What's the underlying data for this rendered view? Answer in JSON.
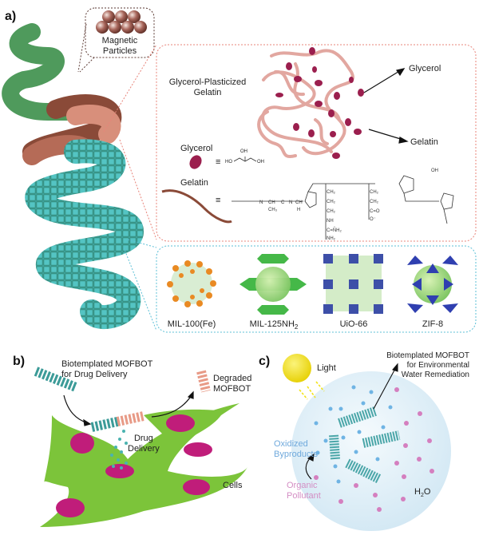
{
  "panel_a": {
    "label": "a)",
    "magnetic_callout": {
      "line1": "Magnetic",
      "line2": "Particles"
    },
    "gelatin_box": {
      "title_line1": "Glycerol-Plasticized",
      "title_line2": "Gelatin",
      "arrow_glycerol": "Glycerol",
      "arrow_gelatin": "Gelatin",
      "glycerol_legend": "Glycerol",
      "gelatin_legend": "Gelatin",
      "equiv": "≡",
      "glycerol_formula": {
        "oh_top": "OH",
        "ho_left": "HO",
        "oh_right": "OH"
      }
    },
    "mof_box": {
      "items": [
        {
          "label": "MIL-100(Fe)"
        },
        {
          "label_main": "MIL-125NH",
          "label_sub": "2"
        },
        {
          "label": "UiO-66"
        },
        {
          "label": "ZIF-8"
        }
      ]
    },
    "colors": {
      "helix_green": "#4f9a5c",
      "helix_brown": "#8a4a38",
      "helix_pink": "#d88f7b",
      "helix_teal": "#3fa7a9",
      "gelatin_box_border": "#e8847a",
      "mof_box_border": "#5bbfd6",
      "glycerol_particle": "#9b1f4e",
      "gelatin_strand": "#e2a7a0"
    }
  },
  "panel_b": {
    "label": "b)",
    "mofbot_title_line1": "Biotemplated MOFBOT",
    "mofbot_title_line2": "for Drug Delivery",
    "degraded_line1": "Degraded",
    "degraded_line2": "MOFBOT",
    "drug_line1": "Drug",
    "drug_line2": "Delivery",
    "cells": "Cells",
    "colors": {
      "cell": "#7cc43a",
      "nucleus": "#c01d7a",
      "helix_teal": "#3c9b98",
      "helix_pink": "#e89a86",
      "drug": "#4bb3b0"
    }
  },
  "panel_c": {
    "label": "c)",
    "light": "Light",
    "mofbot_line1": "Biotemplated MOFBOT",
    "mofbot_line2": "for Environmental",
    "mofbot_line3": "Water Remediation",
    "oxidized_line1": "Oxidized",
    "oxidized_line2": "Byproducts",
    "organic_line1": "Organic",
    "organic_line2": "Pollutant",
    "water_main": "H",
    "water_sub": "2",
    "water_end": "O",
    "colors": {
      "sphere": "#e3f1f9",
      "sun": "#f2e31a",
      "byproduct": "#6fb4e4",
      "pollutant": "#d47fbf",
      "helix": "#4aa6a8"
    }
  }
}
